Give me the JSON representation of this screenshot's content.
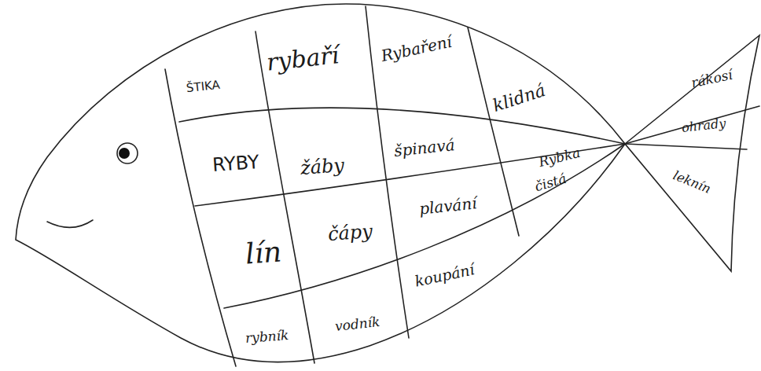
{
  "diagram": {
    "labels": [
      "ŠTIKA",
      "rybaří",
      "Rybaření",
      "klidná",
      "RYBY",
      "žáby",
      "špinavá",
      "Rybka",
      "lín",
      "čápy",
      "plavání",
      "čistá",
      "rybník",
      "vodník",
      "koupání",
      "rákosí",
      "ohrady",
      "leknín"
    ]
  }
}
